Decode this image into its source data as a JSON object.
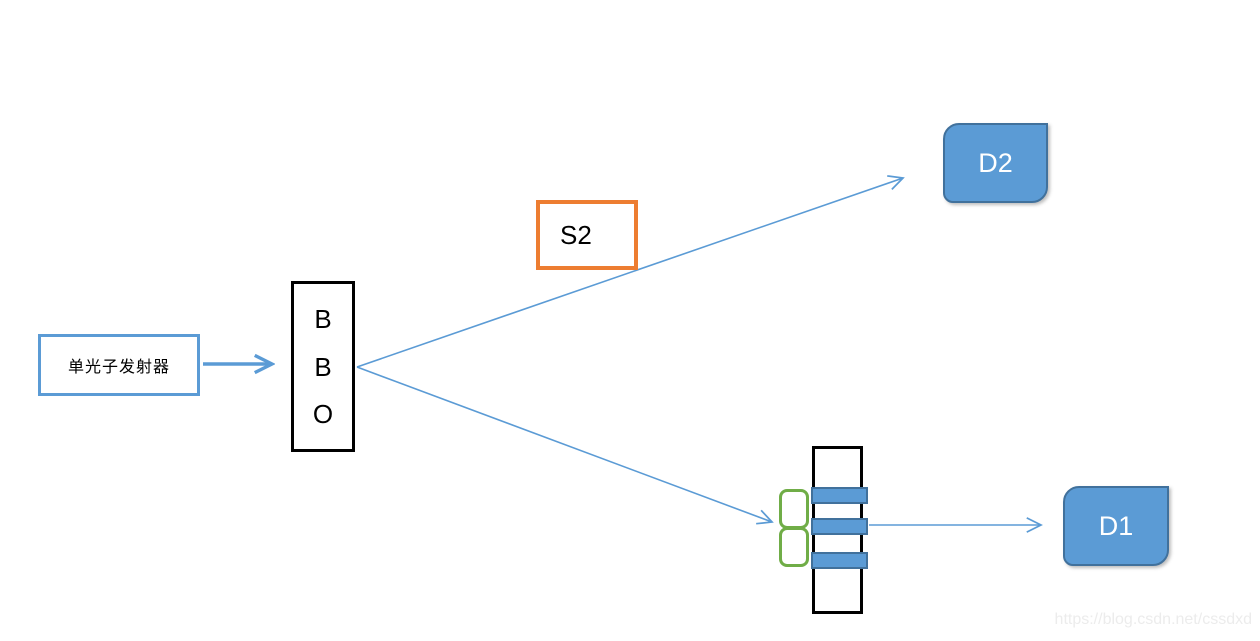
{
  "diagram": {
    "emitter": {
      "label": "单光子发射器"
    },
    "bbo": {
      "letters": [
        "B",
        "B",
        "O"
      ]
    },
    "s2": {
      "label": "S2"
    },
    "detectors": {
      "d2": "D2",
      "d1": "D1"
    },
    "watermark": "https://blog.csdn.net/cssdxd",
    "colors": {
      "accent_blue": "#5B9BD5",
      "detector_border_blue": "#41719C",
      "s2_orange": "#ED7D31",
      "slit_green": "#70AD47",
      "box_black": "#000000",
      "watermark_gray": "#ECECEC"
    }
  }
}
